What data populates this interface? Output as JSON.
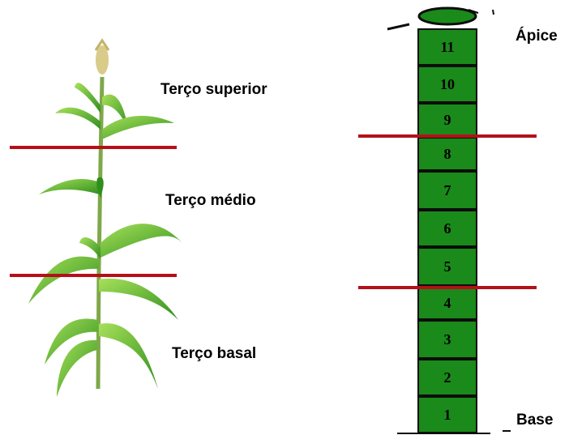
{
  "plant": {
    "sections": {
      "top": "Terço superior",
      "middle": "Terço médio",
      "bottom": "Terço basal"
    }
  },
  "stalk": {
    "apex_label": "Ápice",
    "base_label": "Base",
    "segments": [
      "1",
      "2",
      "3",
      "4",
      "5",
      "6",
      "7",
      "8",
      "9",
      "10",
      "11"
    ]
  },
  "colors": {
    "divider": "#b5101a",
    "segment_fill": "#1a8a1a",
    "leaf": "#5cbf2a"
  }
}
